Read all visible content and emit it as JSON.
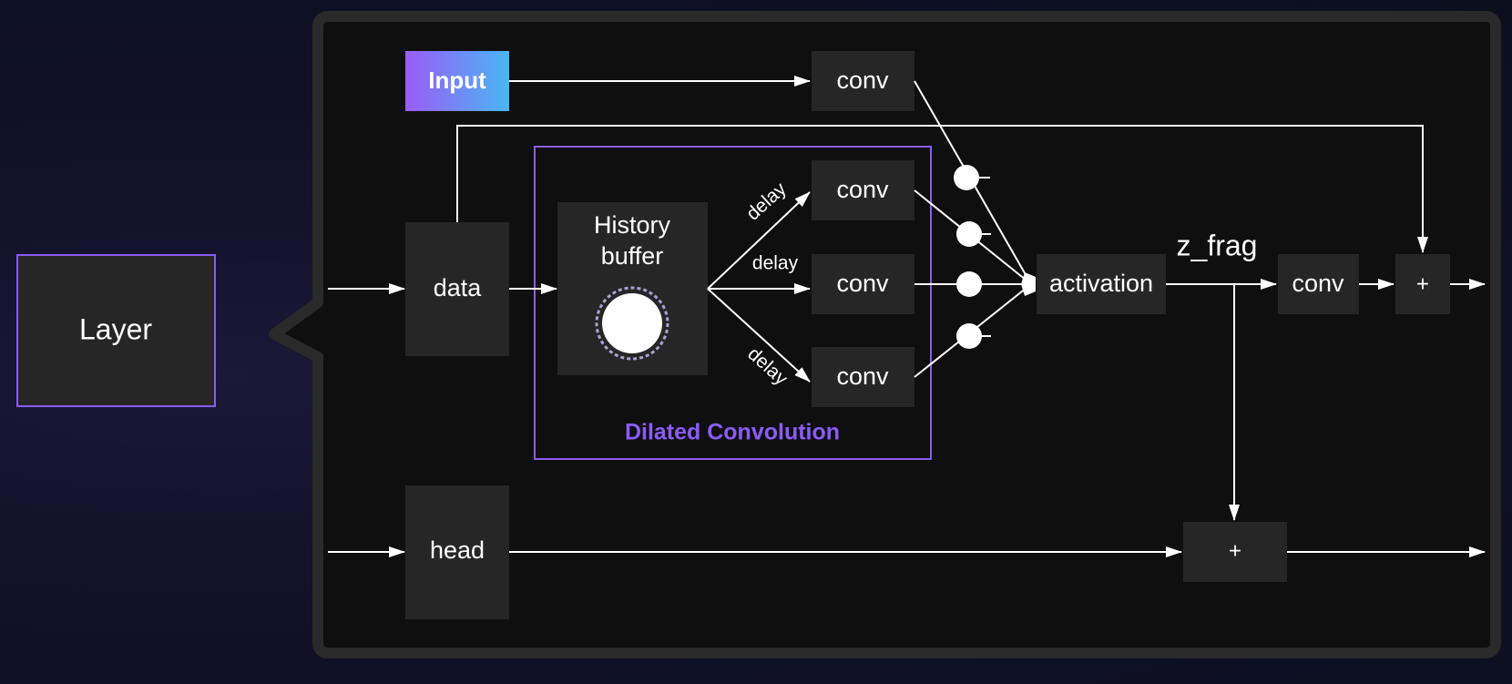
{
  "layer": {
    "label": "Layer"
  },
  "input": {
    "label": "Input"
  },
  "nodes": {
    "data": "data",
    "head": "head",
    "history": {
      "line1": "History",
      "line2": "buffer"
    },
    "conv_top": "conv",
    "conv_d1": "conv",
    "conv_d2": "conv",
    "conv_d3": "conv",
    "activation": "activation",
    "conv_out": "conv",
    "plus_top": "+",
    "plus_bottom": "+"
  },
  "edges": {
    "delay_top": "delay",
    "delay_mid": "delay",
    "delay_bottom": "delay",
    "z_frag": "z_frag"
  },
  "dilated": {
    "label": "Dilated Convolution"
  },
  "colors": {
    "accent": "#8b5cf6",
    "box": "#262626",
    "panel": "#0f0f0f",
    "panel_border": "#2a2a2a",
    "gradient_start": "#9a5cf6",
    "gradient_end": "#49b6f4"
  }
}
